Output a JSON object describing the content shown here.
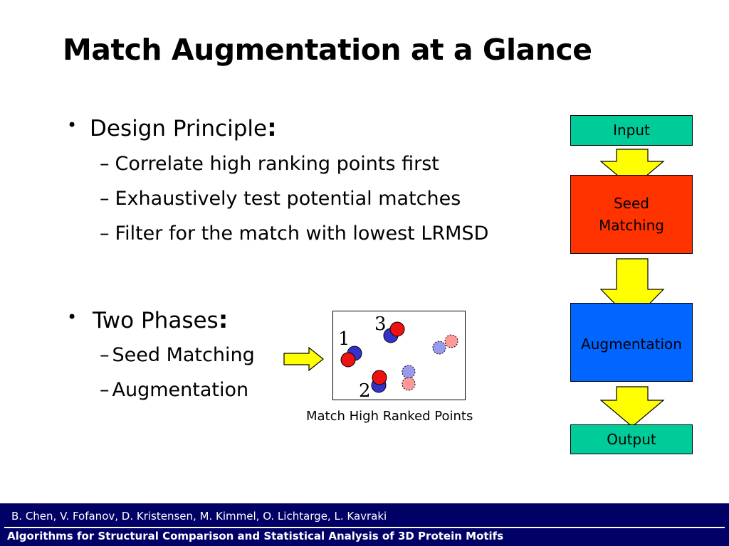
{
  "slide": {
    "title": "Match Augmentation at a Glance"
  },
  "bullets": [
    {
      "label": "Design Principle",
      "colon": ":",
      "subitems": [
        "Correlate high ranking points first",
        "Exhaustively test potential matches",
        "Filter for the match with lowest LRMSD"
      ]
    },
    {
      "label": "Two Phases",
      "colon": ":",
      "subitems": [
        "Seed Matching",
        "Augmentation"
      ]
    }
  ],
  "bullet_marker": "•",
  "sub_marker": "–",
  "match_figure": {
    "labels": [
      "1",
      "2",
      "3"
    ],
    "caption": "Match High Ranked Points"
  },
  "flowchart": {
    "input": "Input",
    "seed_line1": "Seed",
    "seed_line2": "Matching",
    "augmentation": "Augmentation",
    "output": "Output"
  },
  "footer": {
    "authors": "B. Chen, V. Fofanov, D. Kristensen, M. Kimmel, O. Lichtarge, L. Kavraki",
    "course": "Algorithms for Structural Comparison and Statistical Analysis of 3D Protein Motifs"
  },
  "colors": {
    "flow_green": "#00cc99",
    "flow_red": "#ff3300",
    "flow_blue": "#0066ff",
    "arrow_yellow": "#ffff00",
    "footer_bg": "#000066"
  }
}
